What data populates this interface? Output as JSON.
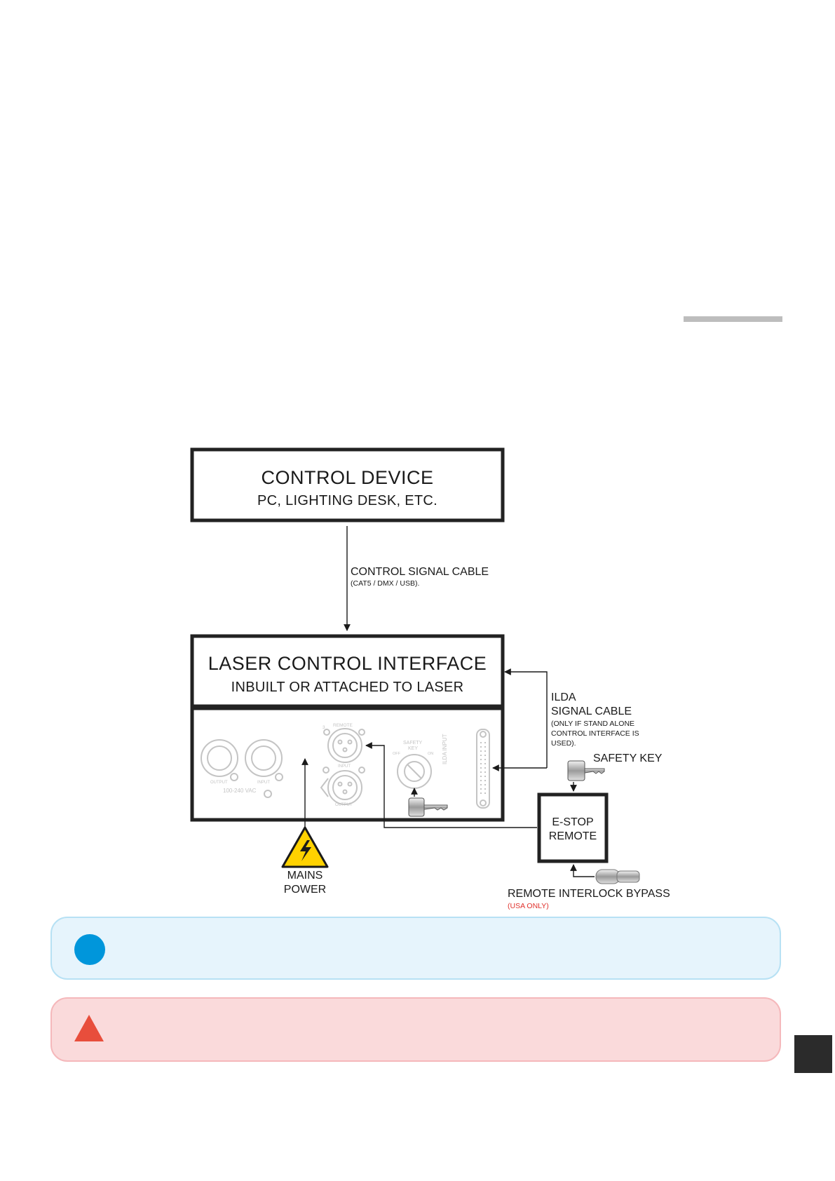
{
  "diagram": {
    "control_device": {
      "title": "CONTROL DEVICE",
      "subtitle": "PC, LIGHTING DESK, ETC."
    },
    "control_cable": {
      "label": "CONTROL SIGNAL CABLE",
      "note": "(CAT5 / DMX / USB)."
    },
    "laser_interface": {
      "title": "LASER CONTROL INTERFACE",
      "subtitle": "INBUILT OR ATTACHED TO LASER"
    },
    "ilda_cable": {
      "line1": "ILDA",
      "line2": "SIGNAL CABLE",
      "note1": "(ONLY IF STAND ALONE",
      "note2": "CONTROL INTERFACE IS",
      "note3": "USED)."
    },
    "safety_key": {
      "label": "SAFETY KEY"
    },
    "estop": {
      "line1": "E-STOP",
      "line2": "REMOTE"
    },
    "mains": {
      "line1": "MAINS",
      "line2": "POWER"
    },
    "bypass": {
      "label": "REMOTE INTERLOCK BYPASS",
      "note": "(USA ONLY)"
    },
    "panel": {
      "output": "OUTPUT",
      "input": "INPUT",
      "voltage": "100-240 VAC",
      "remote": "REMOTE",
      "xlr_pin": "3",
      "dmx_input": "INPUT",
      "dmx_output": "OUTPUT",
      "safety_key_line1": "SAFETY",
      "safety_key_line2": "KEY",
      "off": "OFF",
      "on": "ON",
      "ilda_input": "ILDA INPUT"
    }
  },
  "colors": {
    "info_fill": "#e6f4fc",
    "info_icon": "#0096db",
    "warning_fill": "#fadadb",
    "warning_icon": "#e84e3c",
    "hazard_yellow": "#ffd200",
    "note_red": "#e0312c"
  },
  "icons": {
    "info": "info-circle-icon",
    "warning": "warning-triangle-icon",
    "mains": "high-voltage-icon"
  }
}
